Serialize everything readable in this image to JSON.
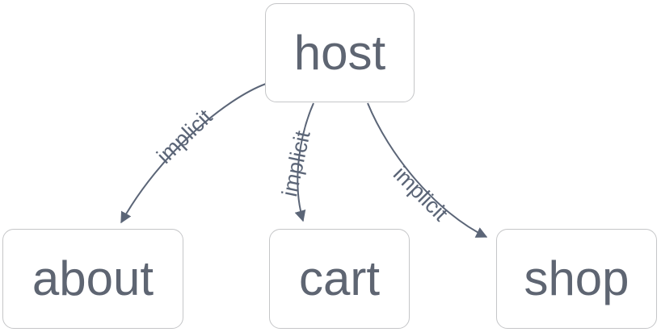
{
  "diagram": {
    "type": "directed-graph",
    "nodes": [
      {
        "id": "host",
        "label": "host"
      },
      {
        "id": "about",
        "label": "about"
      },
      {
        "id": "cart",
        "label": "cart"
      },
      {
        "id": "shop",
        "label": "shop"
      }
    ],
    "edges": [
      {
        "from": "host",
        "to": "about",
        "label": "implicit"
      },
      {
        "from": "host",
        "to": "cart",
        "label": "implicit"
      },
      {
        "from": "host",
        "to": "shop",
        "label": "implicit"
      }
    ],
    "colors": {
      "node_fill": "#ffffff",
      "node_border": "#c5c6c8",
      "node_text": "#5e6572",
      "edge_stroke": "#5b6577"
    }
  }
}
